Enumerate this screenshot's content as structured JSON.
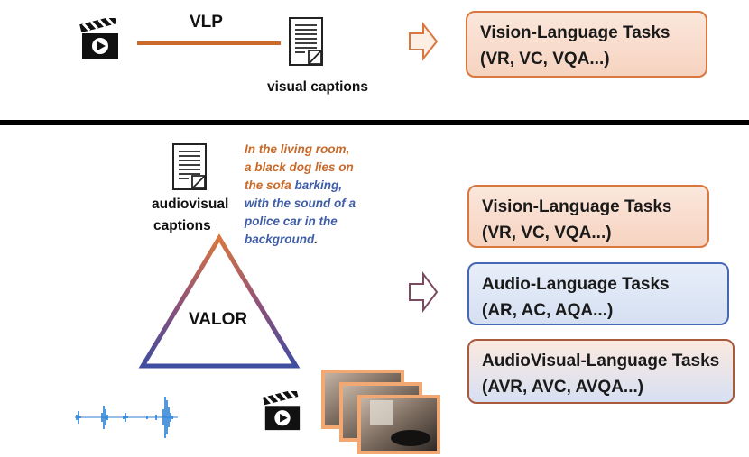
{
  "top": {
    "vlp_label": "VLP",
    "caption_label": "visual captions",
    "task": {
      "title": "Vision-Language Tasks",
      "subtitle": "(VR, VC, VQA...)"
    }
  },
  "bottom": {
    "caption_label_line1": "audiovisual",
    "caption_label_line2": "captions",
    "valor_label": "VALOR",
    "caption_text": {
      "part1": "In the living room,",
      "part2": "a black dog lies on",
      "part3": "the sofa",
      "part4": "barking,",
      "part5": "with the sound of a",
      "part6": "police car in the",
      "part7": "background",
      "part8": "."
    },
    "tasks": [
      {
        "title": "Vision-Language Tasks",
        "subtitle": "(VR, VC, VQA...)"
      },
      {
        "title": "Audio-Language Tasks",
        "subtitle": "(AR, AC, AQA...)"
      },
      {
        "title": "AudioVisual-Language Tasks",
        "subtitle": "(AVR, AVC, AVQA...)"
      }
    ]
  },
  "colors": {
    "orange": "#c96a2a",
    "blue": "#3f5ea8",
    "divider": "#000000"
  },
  "icons": [
    "clapperboard-icon",
    "document-icon",
    "arrow-right-icon",
    "waveform-icon",
    "video-frames-icon"
  ]
}
